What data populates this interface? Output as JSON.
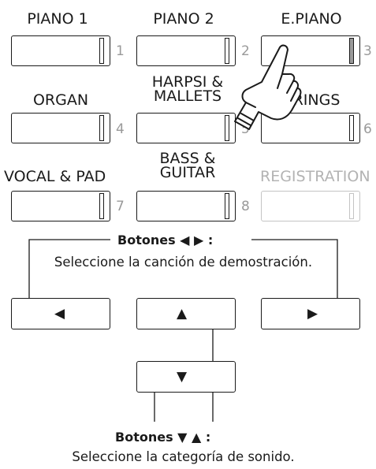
{
  "buttons": [
    {
      "label": "PIANO 1",
      "number": "1",
      "active": false,
      "disabled": false
    },
    {
      "label": "PIANO 2",
      "number": "2",
      "active": false,
      "disabled": false
    },
    {
      "label": "E.PIANO",
      "number": "3",
      "active": true,
      "disabled": false
    },
    {
      "label": "ORGAN",
      "number": "4",
      "active": false,
      "disabled": false
    },
    {
      "label_line1": "HARPSI &",
      "label_line2": "MALLETS",
      "number": "5",
      "active": false,
      "disabled": false
    },
    {
      "label": "STRINGS",
      "visible_label": "TRINGS",
      "number": "6",
      "active": false,
      "disabled": false
    },
    {
      "label": "VOCAL & PAD",
      "number": "7",
      "active": false,
      "disabled": false
    },
    {
      "label_line1": "BASS &",
      "label_line2": "GUITAR",
      "number": "8",
      "active": false,
      "disabled": false
    },
    {
      "label": "REGISTRATION",
      "number": "",
      "active": false,
      "disabled": true
    }
  ],
  "demo_group": {
    "heading": "Botones ◀ ▶ :",
    "description": "Seleccione la canción de demostración."
  },
  "category_group": {
    "heading": "Botones ▼ ▲ :",
    "description": "Seleccione la categoría de sonido."
  },
  "nav_buttons": {
    "left_symbol": "◀",
    "up_symbol": "▲",
    "right_symbol": "▶",
    "down_symbol": "▼"
  },
  "icons": [
    "hand-pointer-icon"
  ],
  "colors": {
    "line": "#1a1a1a",
    "active_led": "#9a9a9a",
    "disabled": "#c4c4c4"
  }
}
